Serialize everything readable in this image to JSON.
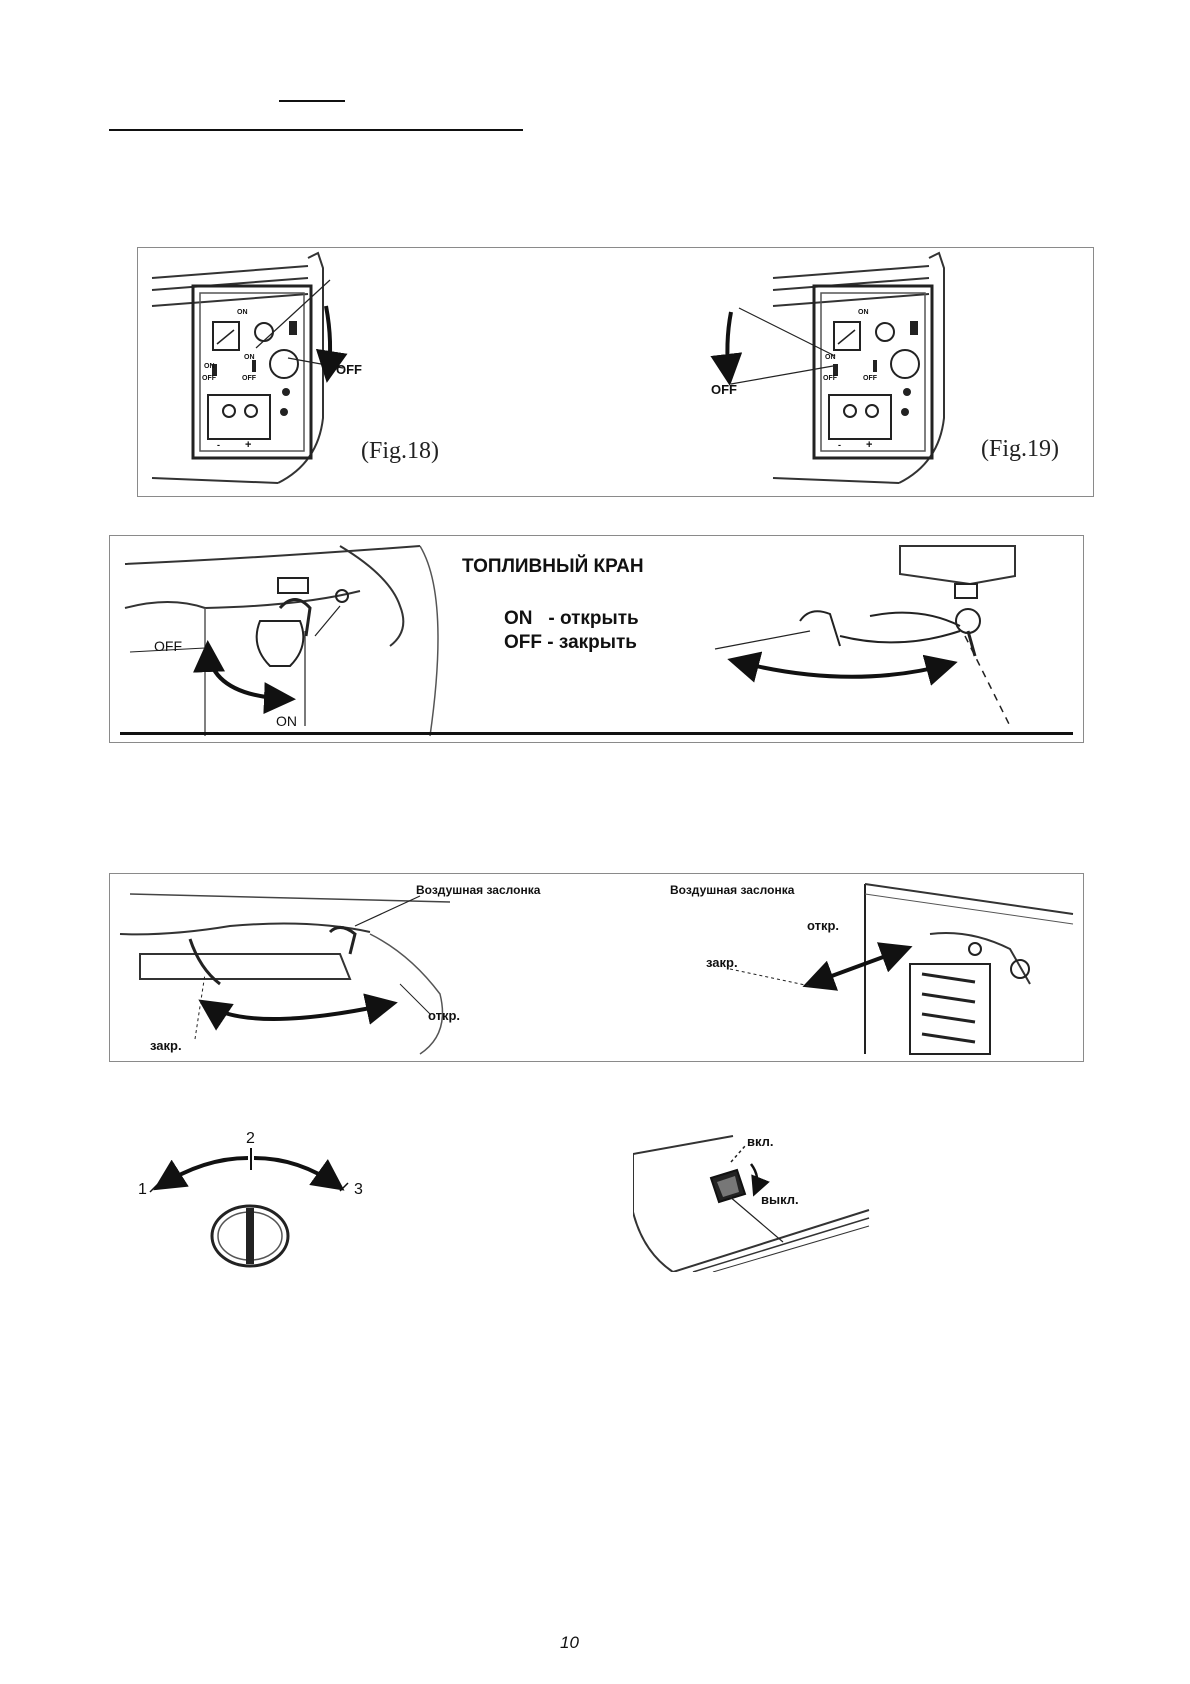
{
  "page_number": "10",
  "fig18": {
    "caption": "(Fig.18)",
    "arrow_label": "OFF",
    "panel_labels": {
      "on": "ON",
      "off": "OFF",
      "plus": "+",
      "minus": "-"
    }
  },
  "fig19": {
    "caption": "(Fig.19)",
    "arrow_label": "OFF",
    "panel_labels": {
      "on": "ON",
      "off": "OFF",
      "plus": "+",
      "minus": "-"
    }
  },
  "fuel_valve": {
    "title": "ТОПЛИВНЫЙ КРАН",
    "line_on": "ON   - открыть",
    "line_off": "OFF - закрыть",
    "label_off": "OFF",
    "label_on": "ON"
  },
  "choke": {
    "left_title": "Воздушная заслонка",
    "left_open": "откр.",
    "left_closed": "закр.",
    "right_title": "Воздушная заслонка",
    "right_open": "откр.",
    "right_closed": "закр."
  },
  "dial": {
    "pos1": "1",
    "pos2": "2",
    "pos3": "3"
  },
  "switch": {
    "on": "вкл.",
    "off": "выкл."
  }
}
